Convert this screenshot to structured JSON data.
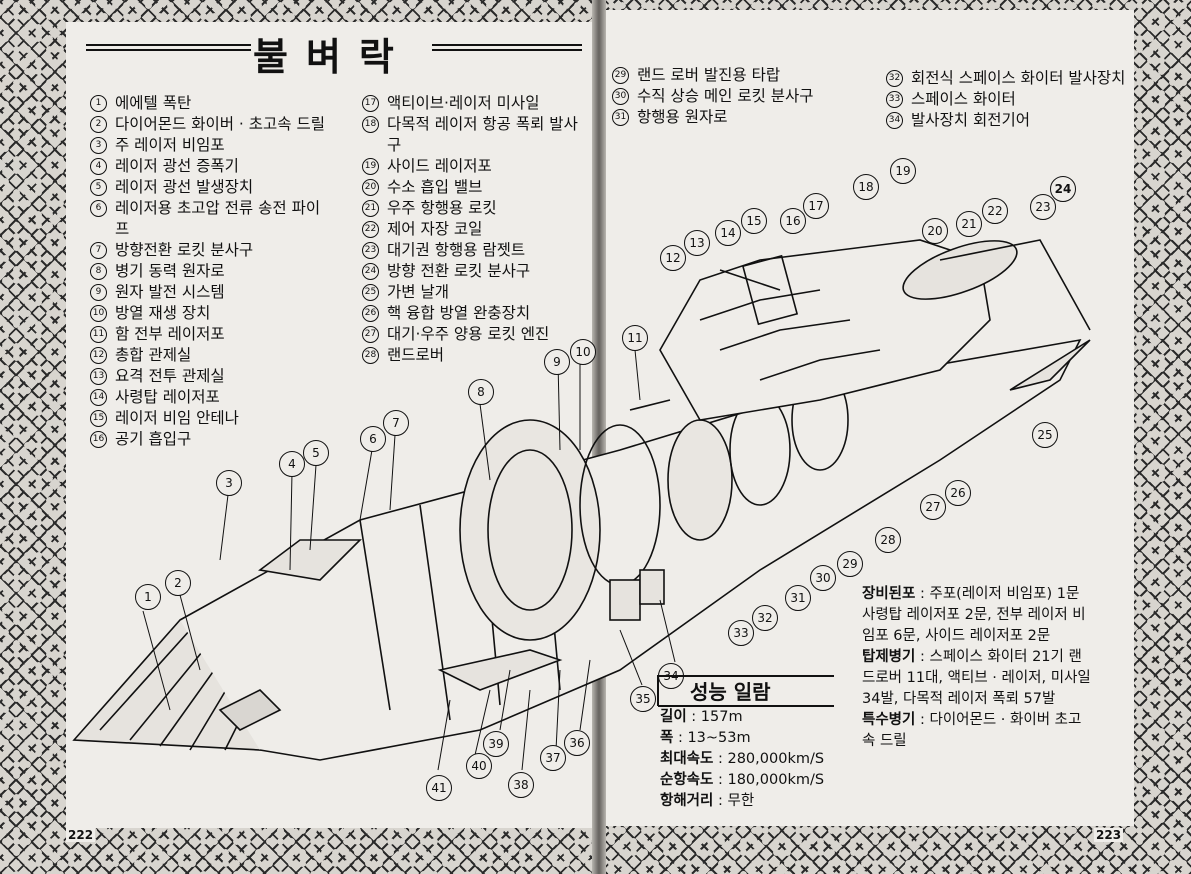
{
  "page_title": "불벼락",
  "parts_col1": [
    {
      "n": "1",
      "label": "에에텔 폭탄"
    },
    {
      "n": "2",
      "label": "다이어몬드 화이버 · 초고속 드릴"
    },
    {
      "n": "3",
      "label": "주 레이저 비임포"
    },
    {
      "n": "4",
      "label": "레이저 광선 증폭기"
    },
    {
      "n": "5",
      "label": "레이저 광선 발생장치"
    },
    {
      "n": "6",
      "label": "레이저용 초고압 전류 송전 파이프"
    },
    {
      "n": "7",
      "label": "방향전환 로킷 분사구"
    },
    {
      "n": "8",
      "label": "병기 동력 원자로"
    },
    {
      "n": "9",
      "label": "원자 발전 시스템"
    },
    {
      "n": "10",
      "label": "방열 재생 장치"
    },
    {
      "n": "11",
      "label": "함 전부 레이저포"
    },
    {
      "n": "12",
      "label": "총합 관제실"
    },
    {
      "n": "13",
      "label": "요격 전투 관제실"
    },
    {
      "n": "14",
      "label": "사령탑 레이저포"
    },
    {
      "n": "15",
      "label": "레이저 비임 안테나"
    },
    {
      "n": "16",
      "label": "공기 흡입구"
    }
  ],
  "parts_col2": [
    {
      "n": "17",
      "label": "액티이브·레이저 미사일"
    },
    {
      "n": "18",
      "label": "다목적 레이저 항공 폭뢰 발사구"
    },
    {
      "n": "19",
      "label": "사이드 레이저포"
    },
    {
      "n": "20",
      "label": "수소 흡입 밸브"
    },
    {
      "n": "21",
      "label": "우주 항행용 로킷"
    },
    {
      "n": "22",
      "label": "제어 자장 코일"
    },
    {
      "n": "23",
      "label": "대기권 항행용 람젯트"
    },
    {
      "n": "24",
      "label": "방향 전환 로킷 분사구"
    },
    {
      "n": "25",
      "label": "가변 날개"
    },
    {
      "n": "26",
      "label": "핵 융합 방열 완충장치"
    },
    {
      "n": "27",
      "label": "대기·우주 양용 로킷 엔진"
    },
    {
      "n": "28",
      "label": "랜드로버"
    }
  ],
  "parts_col3": [
    {
      "n": "29",
      "label": "랜드 로버 발진용 타랍"
    },
    {
      "n": "30",
      "label": "수직 상승 메인 로킷 분사구"
    },
    {
      "n": "31",
      "label": "항행용 원자로"
    }
  ],
  "parts_col4": [
    {
      "n": "32",
      "label": "회전식 스페이스 화이터 발사장치"
    },
    {
      "n": "33",
      "label": "스페이스 화이터"
    },
    {
      "n": "34",
      "label": "발사장치 회전기어"
    }
  ],
  "performance": {
    "heading": "성능 일람",
    "rows": [
      {
        "key": "길이",
        "value": "157m"
      },
      {
        "key": "폭",
        "value": "13~53m"
      },
      {
        "key": "최대속도",
        "value": "280,000km/S"
      },
      {
        "key": "순항속도",
        "value": "180,000km/S"
      },
      {
        "key": "항해거리",
        "value": "무한"
      }
    ]
  },
  "armament": [
    {
      "key": "장비된포",
      "value": "주포(레이저 비임포) 1문 사령탑 레이저포 2문, 전부 레이저 비임포 6문, 사이드 레이저포 2문"
    },
    {
      "key": "탑제병기",
      "value": "스페이스 화이터 21기 랜드로버 11대, 액티브 · 레이저, 미사일 34발, 다목적 레이저 폭뢰 57발"
    },
    {
      "key": "특수병기",
      "value": "다이어몬드 · 화이버 초고속 드릴"
    }
  ],
  "page_numbers": {
    "left": "222",
    "right": "223"
  },
  "colors": {
    "ink": "#111111",
    "paper": "#efede9",
    "border_pattern": "#2b2b2b"
  }
}
